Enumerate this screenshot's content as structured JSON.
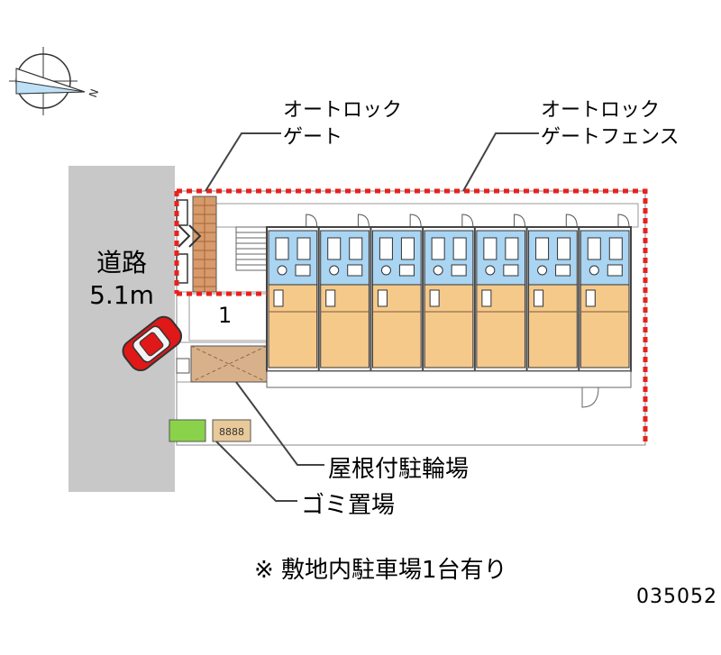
{
  "road": {
    "name": "道路",
    "width": "5.1m"
  },
  "callouts": {
    "autolock_gate": [
      "オートロック",
      "ゲート"
    ],
    "autolock_fence": [
      "オートロック",
      "ゲートフェンス"
    ],
    "bicycle_parking": "屋根付駐輪場",
    "garbage": "ゴミ置場"
  },
  "parking_space_number": "1",
  "note": "※ 敷地内駐車場1台有り",
  "property_code": "035052",
  "compass": {
    "north_label": "N"
  },
  "unit_count": 7,
  "colors": {
    "road": "#c8c8c8",
    "room_floor": "#f5c98a",
    "wet_area": "#a9d4f2",
    "fence": "#e8211c",
    "car": "#e01818",
    "bike_roof": "#d8b08a",
    "garbage_box": "#8ad24a",
    "gate_brick": "#d79a6a",
    "line": "#555555"
  }
}
